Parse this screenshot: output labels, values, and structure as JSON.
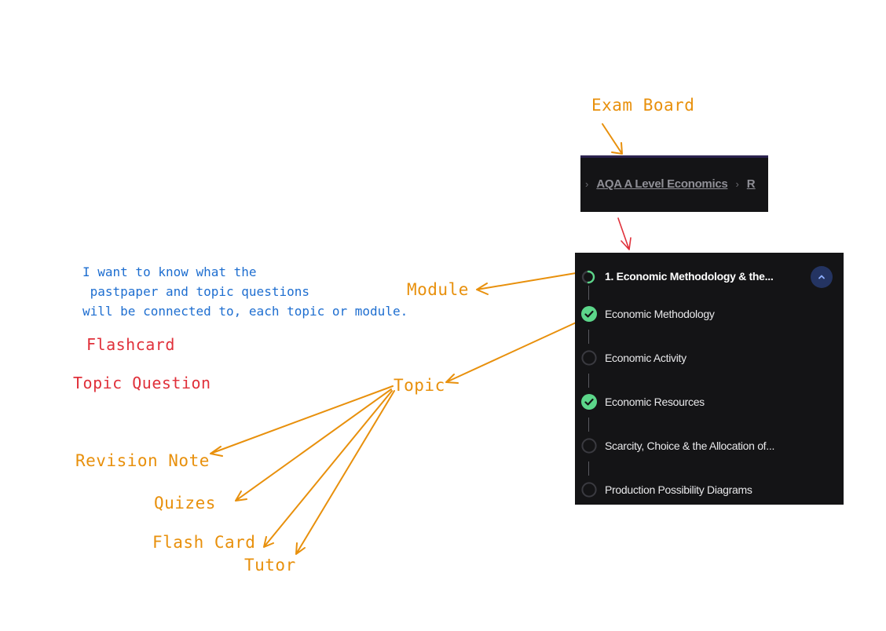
{
  "annotations": {
    "exam_board": "Exam Board",
    "module": "Module",
    "topic": "Topic",
    "revision_note": "Revision Note",
    "quizes": "Quizes",
    "flash_card": "Flash Card",
    "tutor": "Tutor",
    "flashcard": "Flashcard",
    "topic_question": "Topic Question",
    "question_note": "I want to know what the\n pastpaper and topic questions\nwill be connected to, each topic or module."
  },
  "breadcrumb": {
    "separator": "›",
    "exam_board_link": "AQA A Level Economics",
    "next_item_truncated": "R"
  },
  "module_panel": {
    "module_title": "1. Economic Methodology & the...",
    "module_status": "in-progress",
    "collapse_icon": "chevron-up-icon",
    "topics": [
      {
        "label": "Economic Methodology",
        "status": "complete"
      },
      {
        "label": "Economic Activity",
        "status": "not-started"
      },
      {
        "label": "Economic Resources",
        "status": "complete"
      },
      {
        "label": "Scarcity, Choice & the Allocation of...",
        "status": "not-started"
      },
      {
        "label": "Production Possibility Diagrams",
        "status": "not-started"
      }
    ]
  },
  "colors": {
    "annotation_orange": "#e8900c",
    "annotation_red": "#e0303a",
    "annotation_blue": "#1e6ed0",
    "panel_bg": "#141416",
    "complete_green": "#5cd68a",
    "collapse_button_bg": "#243462",
    "breadcrumb_accent": "#2c2350"
  }
}
